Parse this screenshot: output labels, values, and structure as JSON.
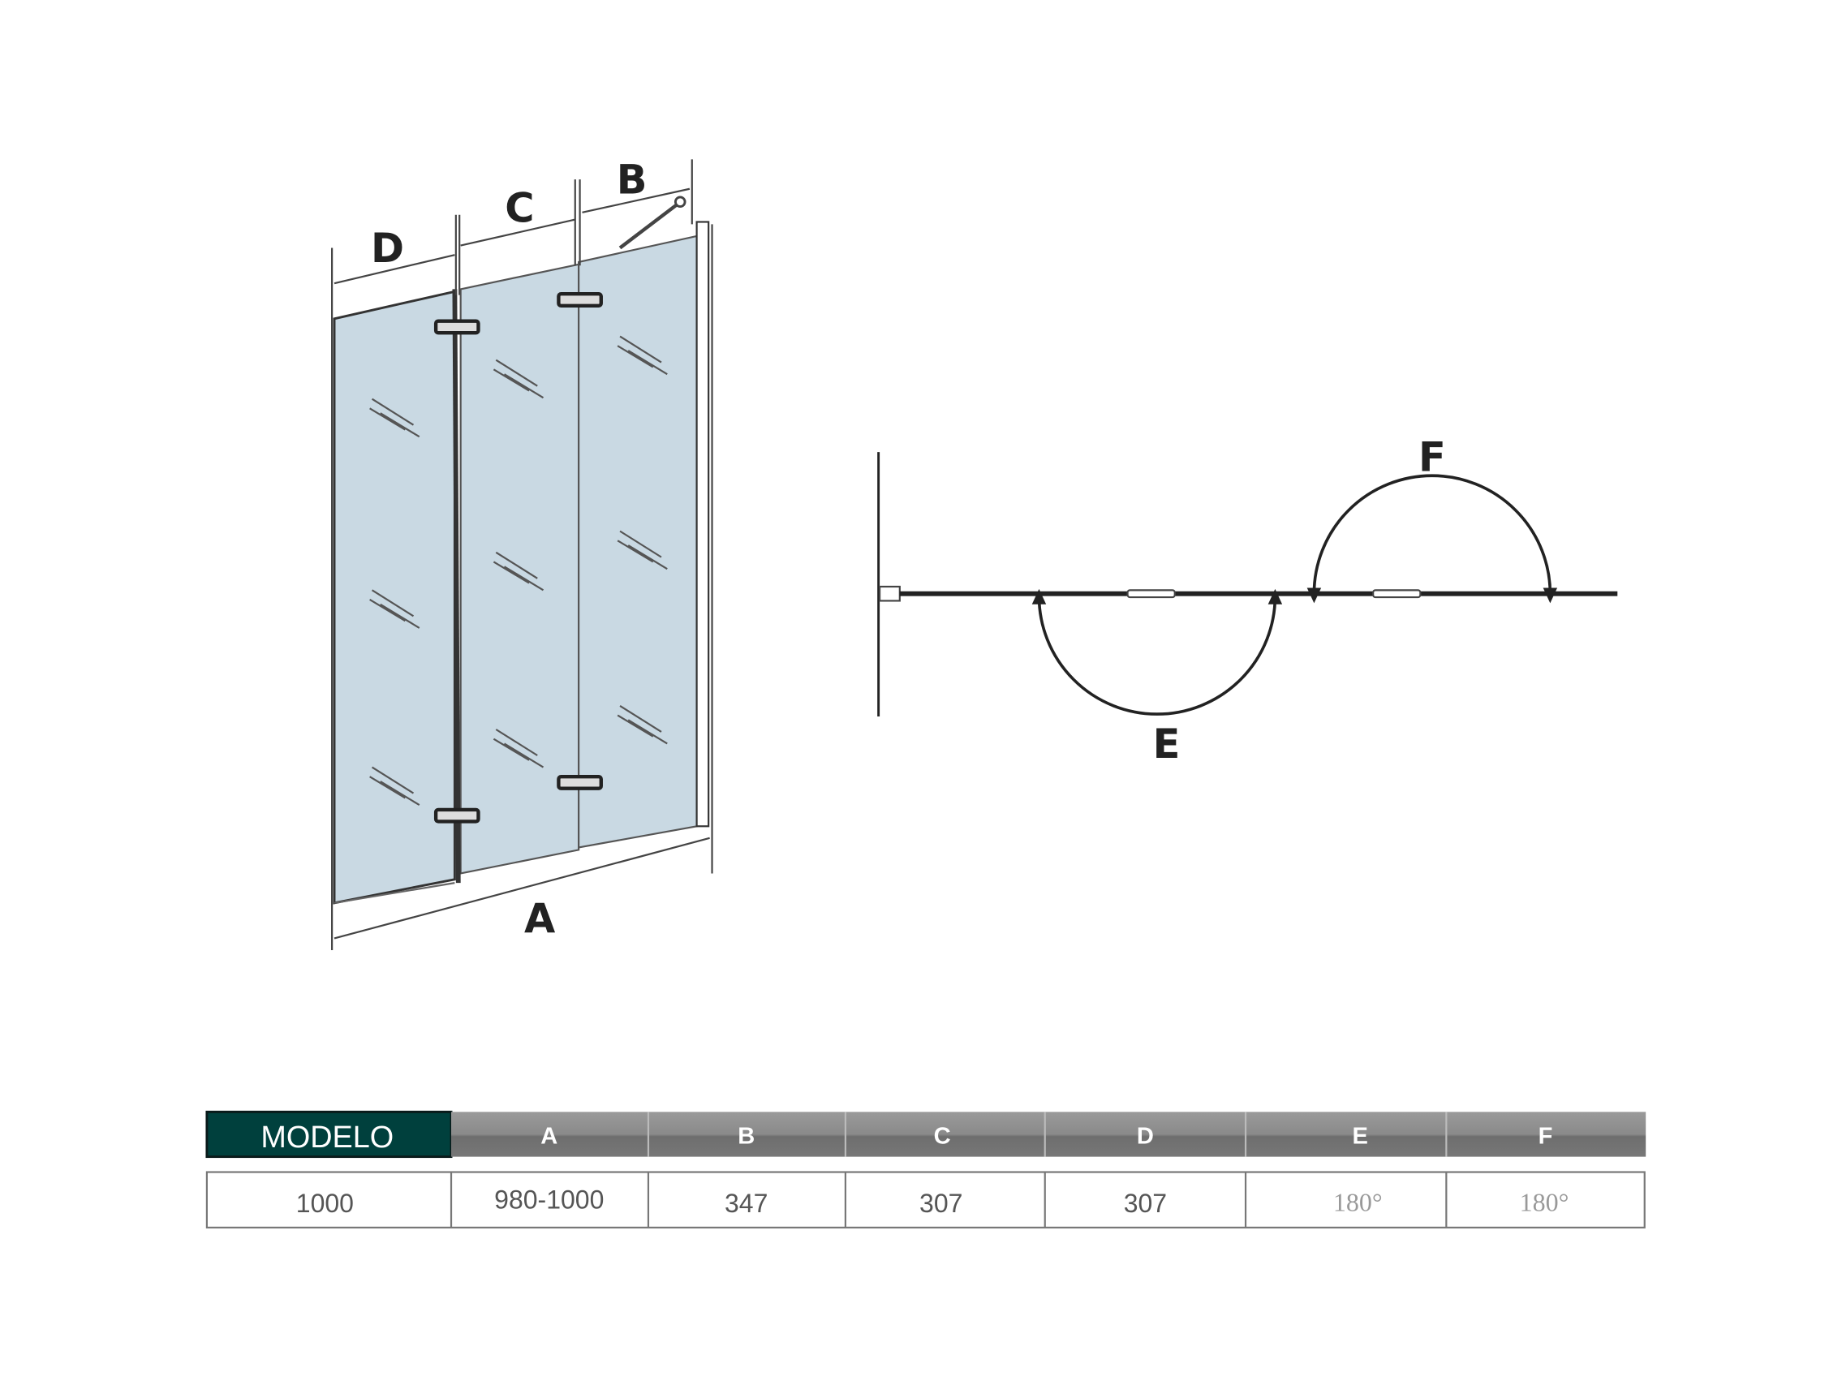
{
  "diagram": {
    "labels": {
      "A": "A",
      "B": "B",
      "C": "C",
      "D": "D",
      "E": "E",
      "F": "F"
    },
    "colors": {
      "glass": "#c9d9e3",
      "line": "#222222",
      "header_dark": "#00403d",
      "header_gray": "#7e7e7e"
    }
  },
  "table": {
    "headers": [
      "MODELO",
      "A",
      "B",
      "C",
      "D",
      "E",
      "F"
    ],
    "rows": [
      [
        "1000",
        "980-1000",
        "347",
        "307",
        "307",
        "180°",
        "180°"
      ]
    ]
  }
}
